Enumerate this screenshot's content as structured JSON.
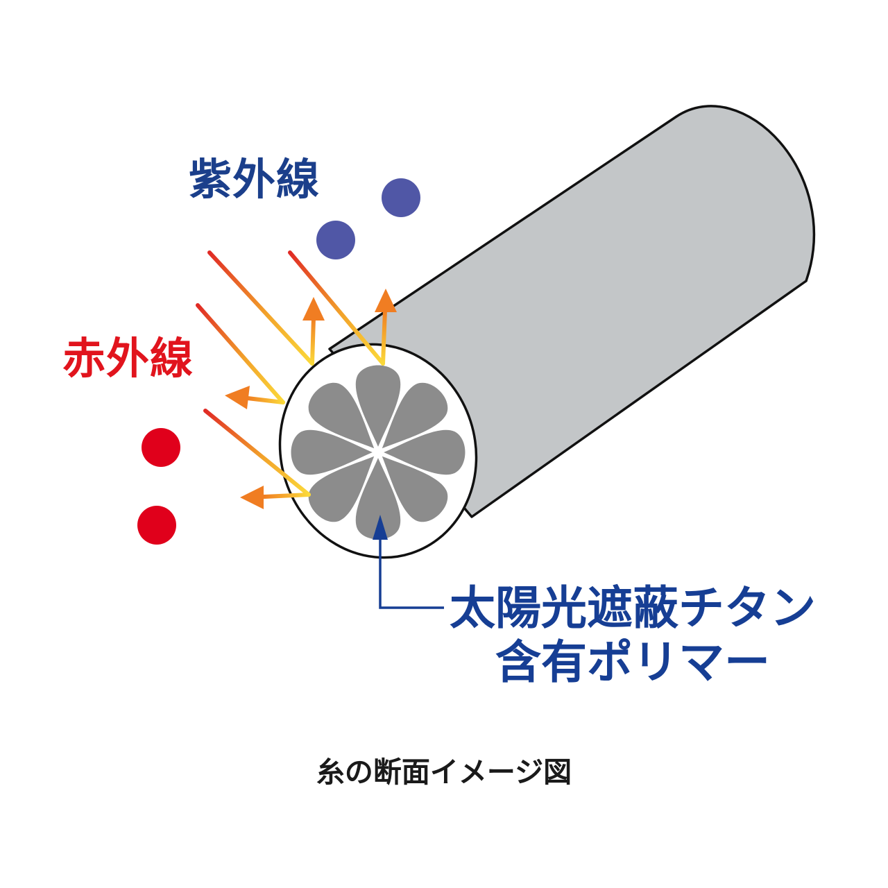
{
  "labels": {
    "uv": "紫外線",
    "ir": "赤外線",
    "polymer_line1": "太陽光遮蔽チタン",
    "polymer_line2": "含有ポリマー",
    "caption": "糸の断面イメージ図"
  },
  "colors": {
    "uv_text": "#1b3f8b",
    "uv_dot": "#5057a6",
    "ir_text": "#e1141d",
    "ir_dot": "#e0001b",
    "polymer_text": "#163e94",
    "fiber_body": "#c3c6c8",
    "fiber_core": "#8c8c8c",
    "ray_start": "#e02a25",
    "ray_mid": "#f2a22a",
    "ray_end": "#fbd93a",
    "reflect_arrow": "#f07d22"
  },
  "icons": {
    "uv_particles": "uv-dot-icon",
    "ir_particles": "ir-dot-icon",
    "incoming_rays": "sun-ray-icon",
    "reflected_rays": "reflect-arrow-icon"
  }
}
